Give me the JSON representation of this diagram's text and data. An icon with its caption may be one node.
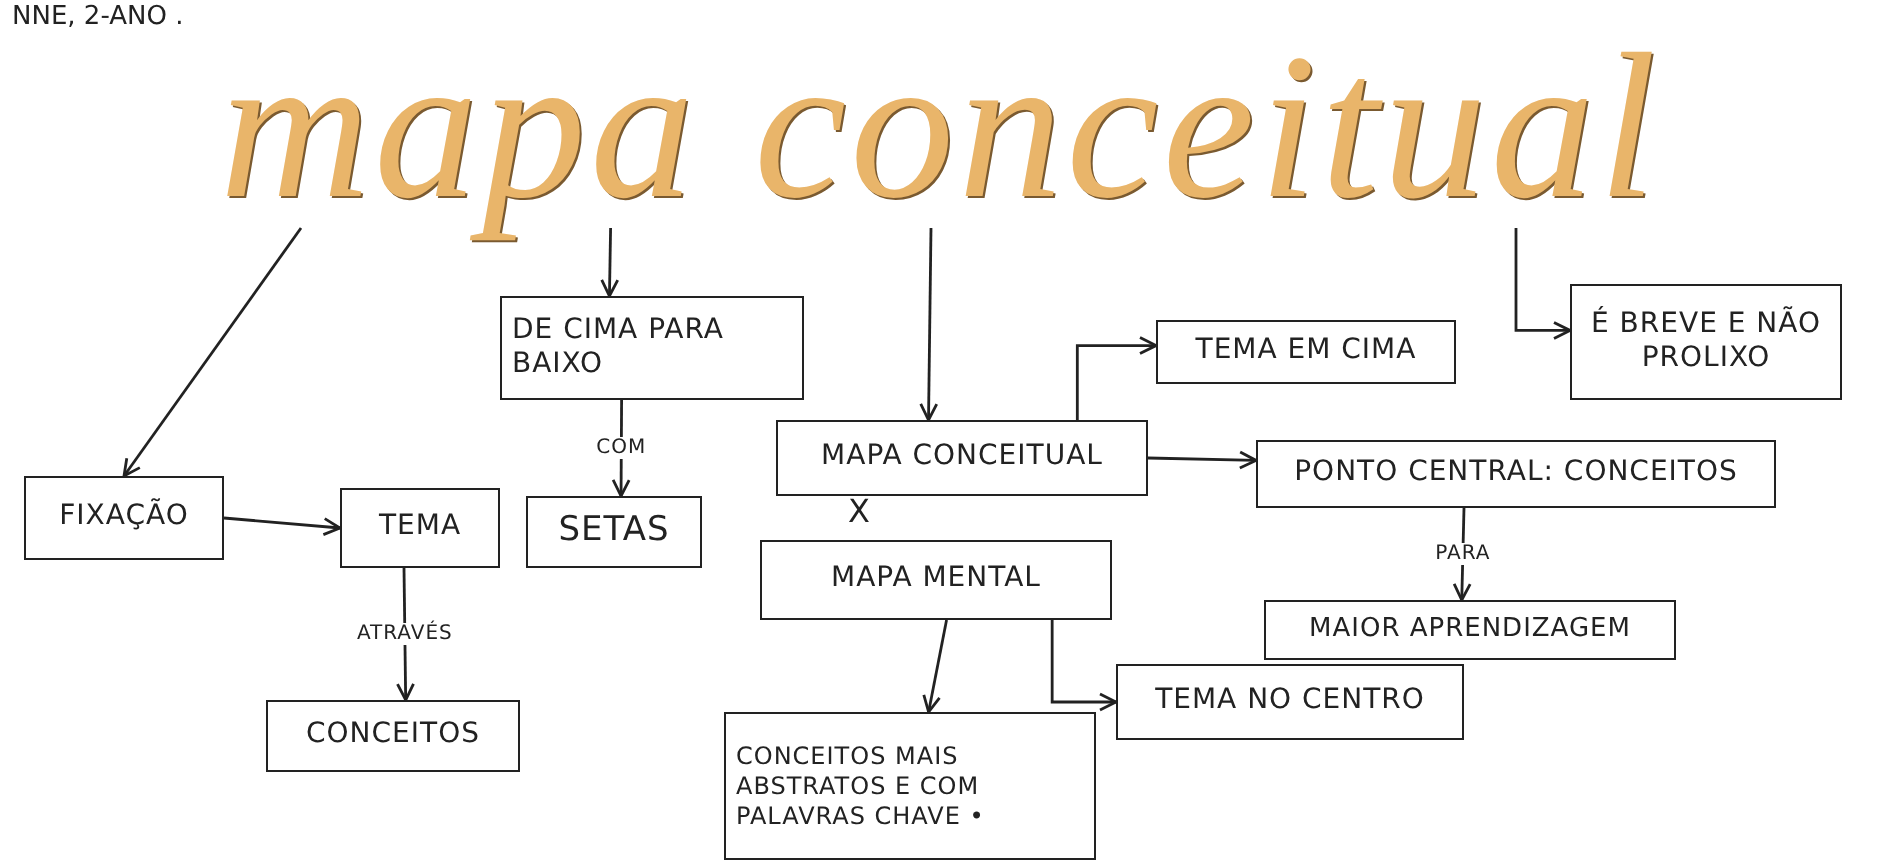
{
  "diagram": {
    "nodes": [
      {
        "text": [
          "mapa conceitual"
        ]
      },
      {
        "text": [
          "FIXAÇÃO"
        ]
      },
      {
        "text": [
          "TEMA"
        ]
      },
      {
        "text": [
          "CONCEITOS"
        ]
      },
      {
        "text": [
          "DE CIMA PARA BAIXO"
        ]
      },
      {
        "text": [
          "SETAS"
        ]
      },
      {
        "text": [
          "MAPA CONCEITUAL"
        ]
      },
      {
        "text": [
          "TEMA EM CIMA"
        ]
      },
      {
        "text": [
          "É BREVE E NÃO PROLIXO"
        ]
      },
      {
        "text": [
          "PONTO CENTRAL: CONCEITOS"
        ]
      },
      {
        "text": [
          "MAIOR APRENDIZAGEM"
        ]
      },
      {
        "text": [
          "MAPA MENTAL"
        ]
      },
      {
        "text": [
          "TEMA NO CENTRO"
        ]
      },
      {
        "text": [
          "CONCEITOS MAIS ABSTRATOS E COM PALAVRAS CHAVE •"
        ]
      }
    ],
    "edges": [
      {
        "from": 0,
        "to": 1,
        "arrow": "to"
      },
      {
        "from": 0,
        "to": 4,
        "arrow": "to"
      },
      {
        "from": 0,
        "to": 6,
        "arrow": "to"
      },
      {
        "from": 0,
        "to": 8,
        "arrow": "to"
      },
      {
        "from": 1,
        "to": 2,
        "arrow": "to"
      },
      {
        "from": 2,
        "to": 3,
        "arrow": "to",
        "label": "ATRAVÉS"
      },
      {
        "from": 4,
        "to": 5,
        "arrow": "to",
        "label": "COM"
      },
      {
        "from": 6,
        "to": 7,
        "arrow": "to"
      },
      {
        "from": 6,
        "to": 9,
        "arrow": "to"
      },
      {
        "from": 9,
        "to": 10,
        "arrow": "to",
        "label": "PARA"
      },
      {
        "from": 11,
        "to": 13,
        "arrow": "to"
      },
      {
        "from": 11,
        "to": 12,
        "arrow": "to"
      }
    ],
    "labels": [
      "NNE, 2-ANO .",
      "X"
    ]
  }
}
